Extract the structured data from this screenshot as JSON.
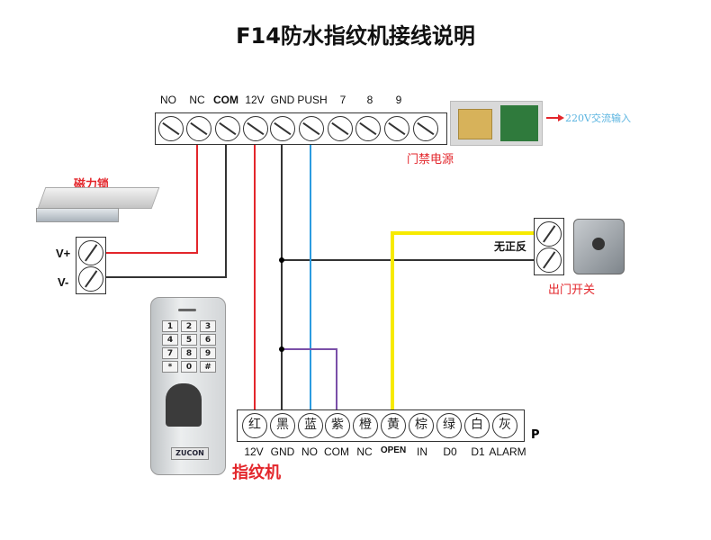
{
  "title": "F14防水指纹机接线说明",
  "power_supply": {
    "label": "门禁电源",
    "input_label": "220V交流输入",
    "terminals": [
      "NO",
      "NC",
      "COM",
      "12V",
      "GND",
      "PUSH",
      "7",
      "8",
      "9",
      ""
    ]
  },
  "magnetic_lock": {
    "label": "磁力锁",
    "terminals": [
      "V+",
      "V-"
    ]
  },
  "exit_button": {
    "label": "出门开关",
    "polarity_note": "无正反"
  },
  "fingerprint_reader": {
    "label": "指纹机",
    "brand": "ZUCON",
    "keypad": [
      "1",
      "2",
      "3",
      "4",
      "5",
      "6",
      "7",
      "8",
      "9",
      "*",
      "0",
      "#"
    ],
    "wire_colors": [
      "红",
      "黑",
      "蓝",
      "紫",
      "橙",
      "黄",
      "棕",
      "绿",
      "白",
      "灰"
    ],
    "terminals": [
      "12V",
      "GND",
      "NO",
      "COM",
      "NC",
      "OPEN",
      "IN",
      "D0",
      "D1",
      "ALARM"
    ],
    "side_label": "P"
  },
  "wires": [
    {
      "from": "power.NC",
      "to": "lock.V+",
      "color": "#e3262b"
    },
    {
      "from": "power.COM",
      "to": "lock.V-",
      "color": "#333333"
    },
    {
      "from": "power.12V",
      "to": "reader.12V",
      "color": "#e3262b"
    },
    {
      "from": "power.GND",
      "to": "reader.GND",
      "color": "#333333"
    },
    {
      "from": "power.GND",
      "to": "exit_button.2",
      "color": "#333333"
    },
    {
      "from": "power.PUSH",
      "to": "reader.NO",
      "color": "#2b9be0"
    },
    {
      "from": "power.GND",
      "to": "reader.COM",
      "color": "#7a4fa8"
    },
    {
      "from": "reader.OPEN",
      "to": "exit_button.1",
      "color": "#f7ea00"
    }
  ]
}
